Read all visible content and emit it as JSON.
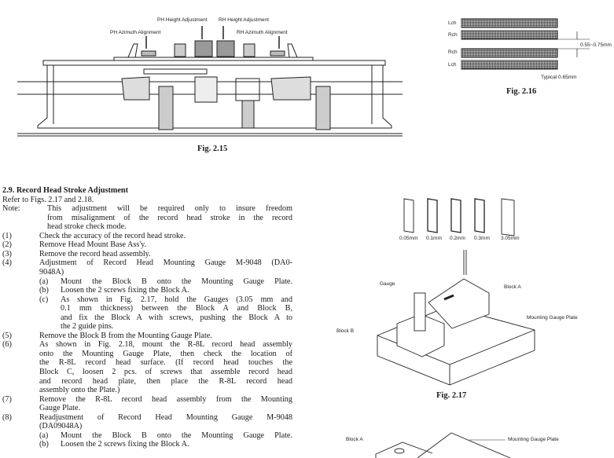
{
  "fig215": {
    "caption": "Fig. 2.15",
    "labels": {
      "ph_azimuth": "PH Azimuth Alignment",
      "ph_height": "PH Height Adjustment",
      "rh_height": "RH Height Adjustment",
      "rh_azimuth": "RH Azimuth Alignment"
    }
  },
  "fig216": {
    "caption": "Fig. 2.16",
    "tracks": [
      "Lch",
      "Rch",
      "Rch",
      "Lch"
    ],
    "gap": "0.55~0.75mm",
    "typical": "Typical 0.65mm"
  },
  "fig217": {
    "caption": "Fig. 2.17",
    "gauges": [
      "0.05mm",
      "0.1mm",
      "0.2mm",
      "0.3mm",
      "3.05mm"
    ],
    "labels": {
      "gauge": "Gauge",
      "block_a": "Block A",
      "block_b": "Block B",
      "plate": "Mounting Gauge Plate"
    }
  },
  "fig218": {
    "labels": {
      "block_a": "Block A",
      "plate": "Mounting Gauge Plate"
    }
  },
  "section": {
    "title": "2.9. Record Head Stroke Adjustment",
    "refer": "Refer to Figs. 2.17 and 2.18.",
    "note_label": "Note:",
    "note_lines": [
      "This adjustment will be required only to insure freedom",
      "from misalignment of the record head stroke in the record",
      "head stroke check mode."
    ],
    "steps": [
      {
        "num": "(1)",
        "lines": [
          "Check the accuracy of the record head stroke."
        ]
      },
      {
        "num": "(2)",
        "lines": [
          "Remove Head Mount Base Ass'y."
        ]
      },
      {
        "num": "(3)",
        "lines": [
          "Remove the record head assembly."
        ]
      },
      {
        "num": "(4)",
        "lines": [
          "Adjustment of Record Head Mounting Gauge M-9048 (DA0-",
          "9048A)"
        ],
        "sub": [
          {
            "num": "(a)",
            "lines": [
              "Mount the Block B onto the Mounting Gauge Plate."
            ]
          },
          {
            "num": "(b)",
            "lines": [
              "Loosen the 2 screws fixing the Block A."
            ]
          },
          {
            "num": "(c)",
            "lines": [
              "As shown in Fig. 2.17, hold the Gauges (3.05 mm and",
              "0.1 mm thickness) between the Block A and Block B,",
              "and fix the Block A with screws, pushing the Block A to",
              "the 2 guide pins."
            ]
          }
        ]
      },
      {
        "num": "(5)",
        "lines": [
          "Remove the Block B from the Mounting Gauge Plate."
        ]
      },
      {
        "num": "(6)",
        "lines": [
          "As shown in Fig. 2.18, mount the R-8L record head assembly",
          "onto the Mounting Gauge Plate, then check the location of",
          "the R-8L record head surface. (If record head touches the",
          "Block C, loosen 2 pcs. of screws that assemble record head",
          "and record head plate, then place the R-8L record head",
          "assembly onto the Plate.)"
        ]
      },
      {
        "num": "(7)",
        "lines": [
          "Remove the R-8L record head assembly from the Mounting",
          "Gauge Plate."
        ]
      },
      {
        "num": "(8)",
        "lines": [
          "Readjustment of Record Head Mounting Gauge M-9048",
          "(DA09048A)"
        ],
        "sub": [
          {
            "num": "(a)",
            "lines": [
              "Mount the Block B onto the Mounting Gauge Plate."
            ]
          },
          {
            "num": "(b)",
            "lines": [
              "Loosen the 2 screws fixing the Block A."
            ]
          }
        ]
      }
    ]
  }
}
